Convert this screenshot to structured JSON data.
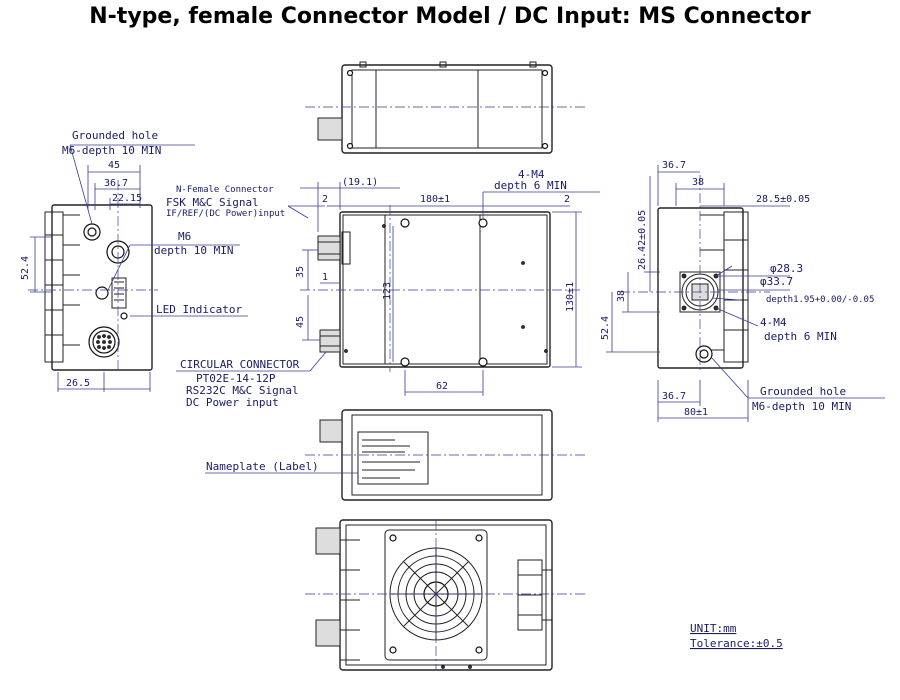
{
  "title": "N-type, female Connector Model / DC Input: MS Connector",
  "left_view": {
    "grounded_hole_title": "Grounded hole",
    "grounded_hole_spec": "M6-depth 10 MIN",
    "m6_title": "M6",
    "m6_spec": "depth 10 MIN",
    "led_label": "LED Indicator",
    "dim_45": "45",
    "dim_36_7": "36.7",
    "dim_22_15": "22.15",
    "dim_52_4": "52.4",
    "dim_26_5": "26.5"
  },
  "front_view": {
    "n_female_label": "N-Female Connector",
    "fsk_label": "FSK M&C Signal",
    "if_label": "IF/REF/(DC Power)input",
    "dim_19_1": "(19.1)",
    "four_m4_title": "4-M4",
    "four_m4_spec": "depth 6 MIN",
    "dim_2_left": "2",
    "dim_180": "180±1",
    "dim_2_right": "2",
    "dim_35": "35",
    "dim_1": "1",
    "dim_123": "123",
    "dim_45": "45",
    "dim_130": "130±1",
    "dim_62": "62",
    "circular_title": "CIRCULAR CONNECTOR",
    "circular_model": "PT02E-14-12P",
    "circular_signal": "RS232C M&C Signal",
    "circular_power": "DC Power input"
  },
  "bottom_view": {
    "nameplate_label": "Nameplate (Label)"
  },
  "right_view": {
    "dim_36_7_top": "36.7",
    "dim_38": "38",
    "dim_28_5": "28.5±0.05",
    "dim_26_42": "26.42±0.05",
    "phi_28_3": "φ28.3",
    "phi_33_7": "φ33.7",
    "depth_spec": "depth1.95+0.00/-0.05",
    "dim_38_side": "38",
    "dim_52_4": "52.4",
    "four_m4_title": "4-M4",
    "four_m4_spec": "depth 6 MIN",
    "dim_36_7_bottom": "36.7",
    "dim_80": "80±1",
    "grounded_hole_title": "Grounded hole",
    "grounded_hole_spec": "M6-depth 10 MIN"
  },
  "notes": {
    "unit": "UNIT:mm",
    "tolerance": "Tolerance:±0.5"
  }
}
